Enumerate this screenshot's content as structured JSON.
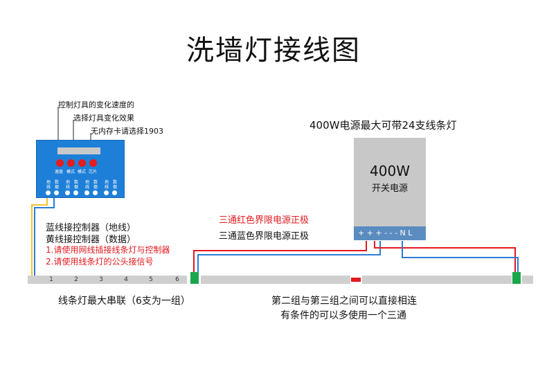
{
  "title": "洗墙灯接线图",
  "controller": {
    "notes": [
      "控制灯具的变化速度的",
      "选择灯具变化效果",
      "无内存卡请选择1903"
    ],
    "buttons": [
      "速度",
      "模式",
      "模式",
      "芯片"
    ],
    "ports": [
      [
        "地",
        "线"
      ],
      [
        "数",
        "据"
      ],
      [
        "地",
        "线"
      ],
      [
        "数",
        "据"
      ],
      [
        "地",
        "线"
      ],
      [
        "数",
        "据"
      ],
      [
        "地",
        "线"
      ],
      [
        "数",
        "据"
      ]
    ],
    "wire_notes": [
      "蓝线接控制器（地线）",
      "黄线接控制器（数据）"
    ],
    "red_notes": [
      "1.请使用网线插接线条灯与控制器",
      "2.请使用线条灯的公头接信号"
    ]
  },
  "psu": {
    "heading": "400W电源最大可带24支线条灯",
    "rating": "400W",
    "name": "开关电源",
    "terminals": "+ + +  - - -  N L"
  },
  "tee_notes": {
    "red": "三通红色界限电源正极",
    "blue": "三通蓝色界限电源正极"
  },
  "segment_numbers": [
    "1",
    "2",
    "3",
    "4",
    "5",
    "6"
  ],
  "bottom": {
    "left": "线条灯最大串联（6支为一组）",
    "right1": "第二组与第三组之间可以直接相连",
    "right2": "有条件的可以多使用一个三通"
  },
  "colors": {
    "controller": "#1e7fd8",
    "psu": "#c8c8c8",
    "terminal": "#5b8cc0",
    "red": "#e3191e",
    "blue": "#2a7bd6",
    "yellow": "#f2c230",
    "green": "#1aa64b"
  }
}
